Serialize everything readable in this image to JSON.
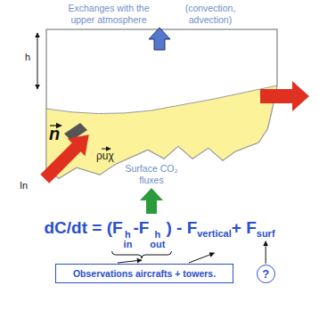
{
  "diagram": {
    "nodes": [
      {
        "text": [
          "Observations aircrafts + towers."
        ]
      },
      {
        "text": [
          "?"
        ]
      }
    ],
    "labels": [
      "Exchanges with the upper atmosphere",
      "(convection, advection)",
      "h",
      "n",
      "ρuχ",
      "In",
      "Surface CO₂ fluxes",
      "dC/dt = (F",
      "h",
      "in",
      "-F",
      "h",
      "out",
      ") - F",
      "vertical",
      "+ F",
      "surf"
    ]
  }
}
